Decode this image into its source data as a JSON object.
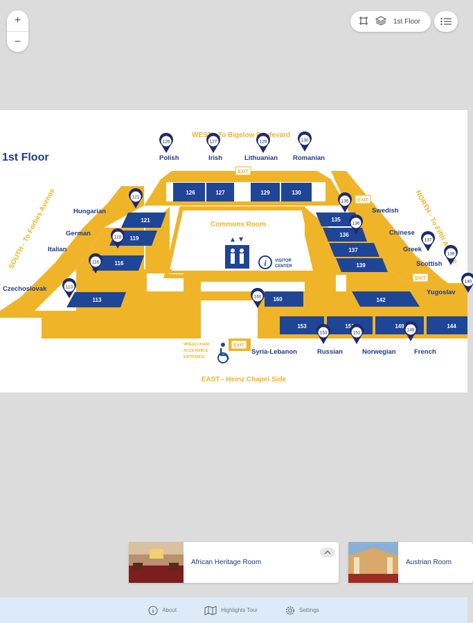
{
  "controls": {
    "zoom_in": "+",
    "zoom_out": "−",
    "floor_label": "1st Floor"
  },
  "map": {
    "floor_title": "1st Floor",
    "west_label": "WEST - To Bigelow Boulevard",
    "east_label": "EAST - Heinz Chapel Side",
    "south_label": "SOUTH - To Forbes Avenue",
    "north_label": "NORTH - To Fifth Avenue",
    "commons_label": "Commons Room",
    "visitor_center_label_1": "VISITOR",
    "visitor_center_label_2": "CENTER",
    "wheelchair_label_1": "WHEELCHAIR",
    "wheelchair_label_2": "ACCESSIBLE",
    "wheelchair_label_3": "ENTRANCE",
    "exit_label": "EXIT",
    "rooms": [
      "126",
      "127",
      "129",
      "130",
      "121",
      "119",
      "116",
      "113",
      "135",
      "136",
      "137",
      "139",
      "142",
      "160",
      "153",
      "151",
      "149",
      "144"
    ],
    "pins": [
      "126",
      "127",
      "129",
      "130",
      "121",
      "119",
      "116",
      "113",
      "135",
      "136",
      "137",
      "139",
      "140",
      "160",
      "153",
      "151",
      "149"
    ],
    "room_names": [
      "Polish",
      "Irish",
      "Lithuanian",
      "Romanian",
      "Hungarian",
      "German",
      "Italian",
      "Czechoslovak",
      "Swedish",
      "Chinese",
      "Greek",
      "Scottish",
      "Yugoslav",
      "Syria-Lebanon",
      "Russian",
      "Norwegian",
      "French"
    ]
  },
  "cards": [
    {
      "title": "African Heritage Room"
    },
    {
      "title": "Austrian Room"
    }
  ],
  "nav": {
    "about": "About",
    "tour": "Highlights Tour",
    "settings": "Settings"
  },
  "colors": {
    "gold": "#f0b429",
    "navy": "#1e3a8a",
    "room_blue": "#1f4596"
  }
}
